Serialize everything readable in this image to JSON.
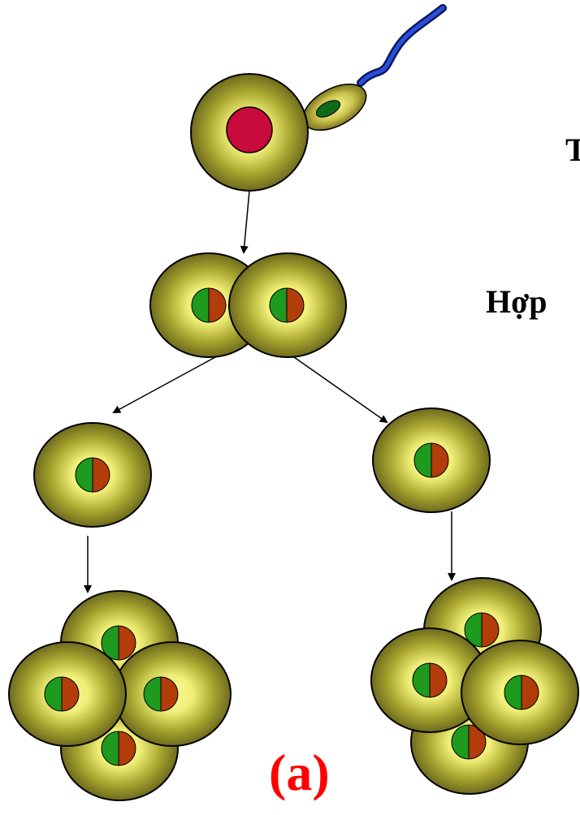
{
  "texts": {
    "top_partial": "T",
    "middle_partial": "Hợp",
    "label": "(a)"
  },
  "colors": {
    "label": "#ff0000",
    "cell_outer": "#6e6a1e",
    "cell_mid": "#a9a72f",
    "cell_inner": "#f0ef78",
    "nucleus_red": "#c80a3c",
    "chromosome_green": "#1e9a1e",
    "chromosome_orange": "#b23c0a",
    "sperm_tail": "#1a2e9a",
    "sperm_head": "#c9c24a",
    "sperm_nucleus": "#0d6a18",
    "arrow": "#000000"
  },
  "icons": {
    "sperm": "sperm-cell-icon",
    "zygote": "zygote-cell-icon",
    "blastomere": "dividing-cell-icon"
  }
}
